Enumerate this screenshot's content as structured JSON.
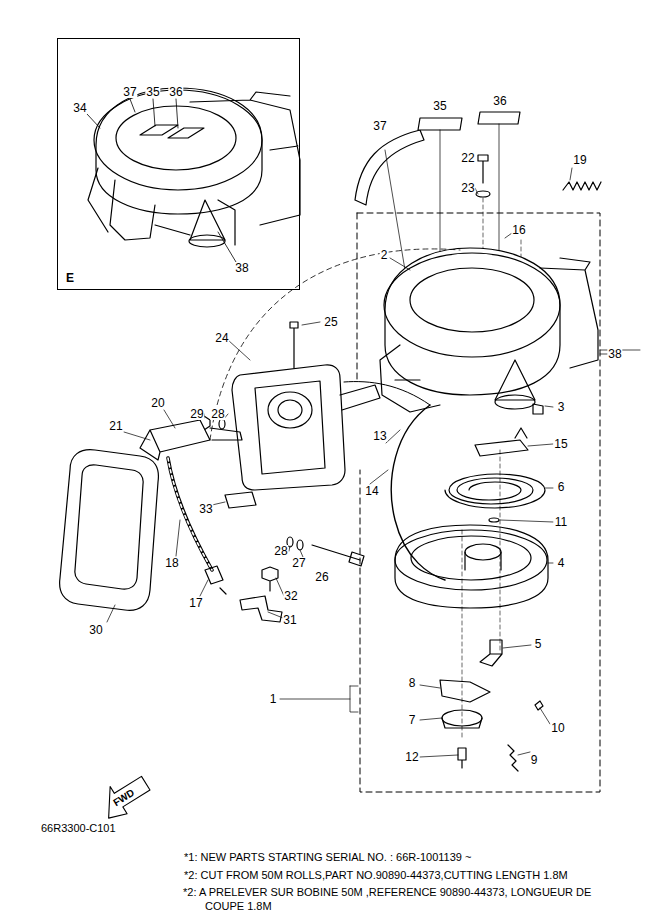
{
  "diagram": {
    "nodes": [
      {
        "text": [
          "E"
        ]
      }
    ],
    "labels": [
      "37",
      "35",
      "36",
      "34",
      "38",
      "35",
      "36",
      "37",
      "22",
      "19",
      "23",
      "16",
      "2",
      "25",
      "24",
      "38",
      "3",
      "20",
      "29",
      "28",
      "13",
      "15",
      "21",
      "6",
      "14",
      "33",
      "11",
      "4",
      "28",
      "27",
      "26",
      "18",
      "32",
      "17",
      "31",
      "5",
      "30",
      "8",
      "1",
      "10",
      "7",
      "12",
      "9",
      "FWD",
      "66R3300-C101",
      "*1: NEW PARTS   STARTING SERIAL NO. : 66R-1001139 ~",
      "*2: CUT FROM 50M ROLLS,PART NO.90890-44373,CUTTING LENGTH 1.8M",
      "*2: A PRELEVER SUR BOBINE 50M ,REFERENCE 90890-44373, LONGUEUR DE COUPE 1.8M"
    ]
  }
}
